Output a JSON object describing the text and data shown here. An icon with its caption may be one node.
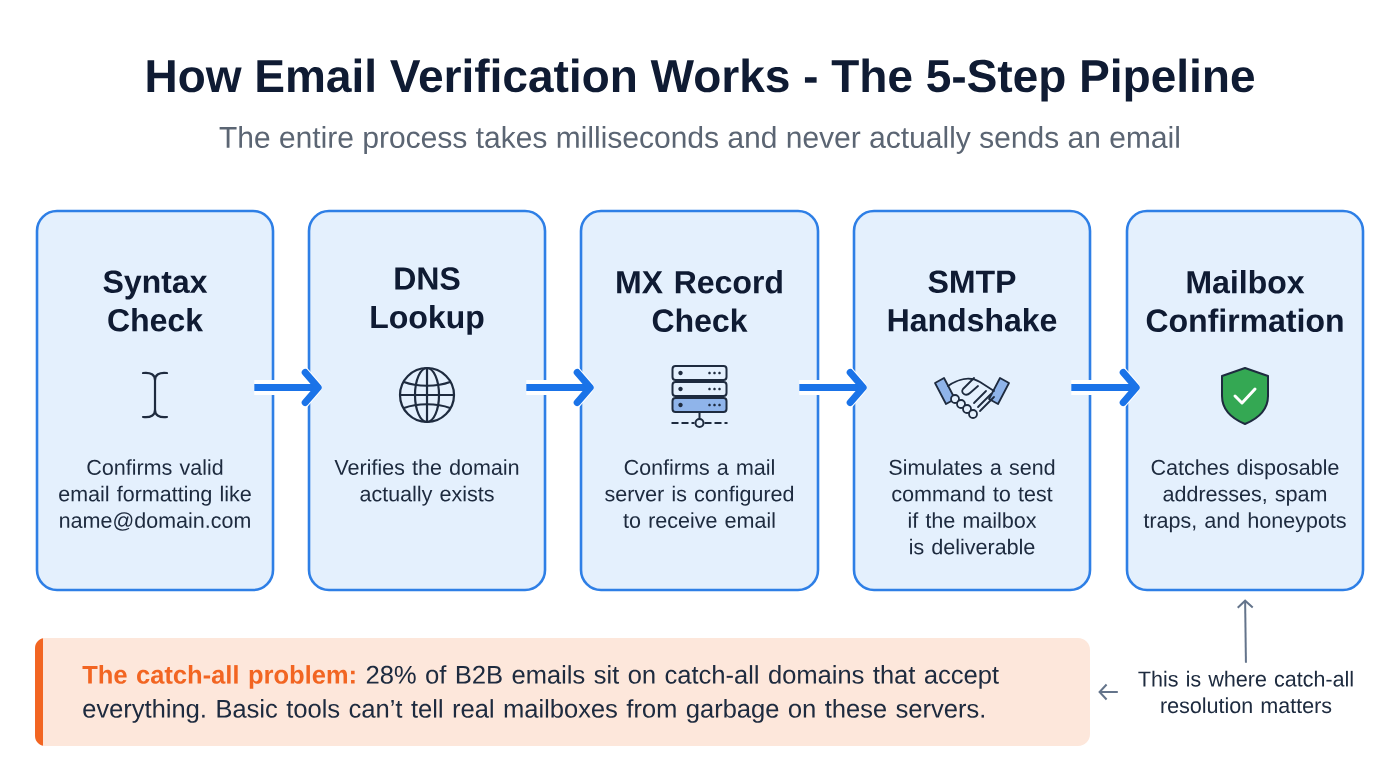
{
  "diagram": {
    "title": "How Email Verification Works - The 5-Step Pipeline",
    "nodes": [
      {
        "text": [
          "Syntax Check",
          "Confirms valid email formatting like name@domain.com"
        ]
      },
      {
        "text": [
          "DNS Lookup",
          "Verifies the domain actually exists"
        ]
      },
      {
        "text": [
          "MX Record Check",
          "Confirms a mail server is configured to receive email"
        ]
      },
      {
        "text": [
          "SMTP Handshake",
          "Simulates a send command to test if the mailbox is deliverable"
        ]
      },
      {
        "text": [
          "Mailbox Confirmation",
          "Catches disposable addresses, spam traps, and honeypots"
        ]
      },
      {
        "text": [
          "The catch-all problem:",
          "28% of B2B emails sit on catch-all domains that accept everything. Basic tools can’t tell real mailboxes from garbage on these servers."
        ]
      },
      {
        "text": [
          "This is where catch-all resolution matters"
        ]
      }
    ],
    "edges": [
      {
        "from": 0,
        "to": 1,
        "arrow": "to"
      },
      {
        "from": 1,
        "to": 2,
        "arrow": "to"
      },
      {
        "from": 2,
        "to": 3,
        "arrow": "to"
      },
      {
        "from": 3,
        "to": 4,
        "arrow": "to"
      },
      {
        "from": 6,
        "to": 4,
        "arrow": "to",
        "color": "#64748b"
      },
      {
        "from": 6,
        "to": 5,
        "arrow": "to",
        "color": "#64748b"
      }
    ],
    "labels": [
      "The entire process takes milliseconds and never actually sends an email"
    ]
  }
}
